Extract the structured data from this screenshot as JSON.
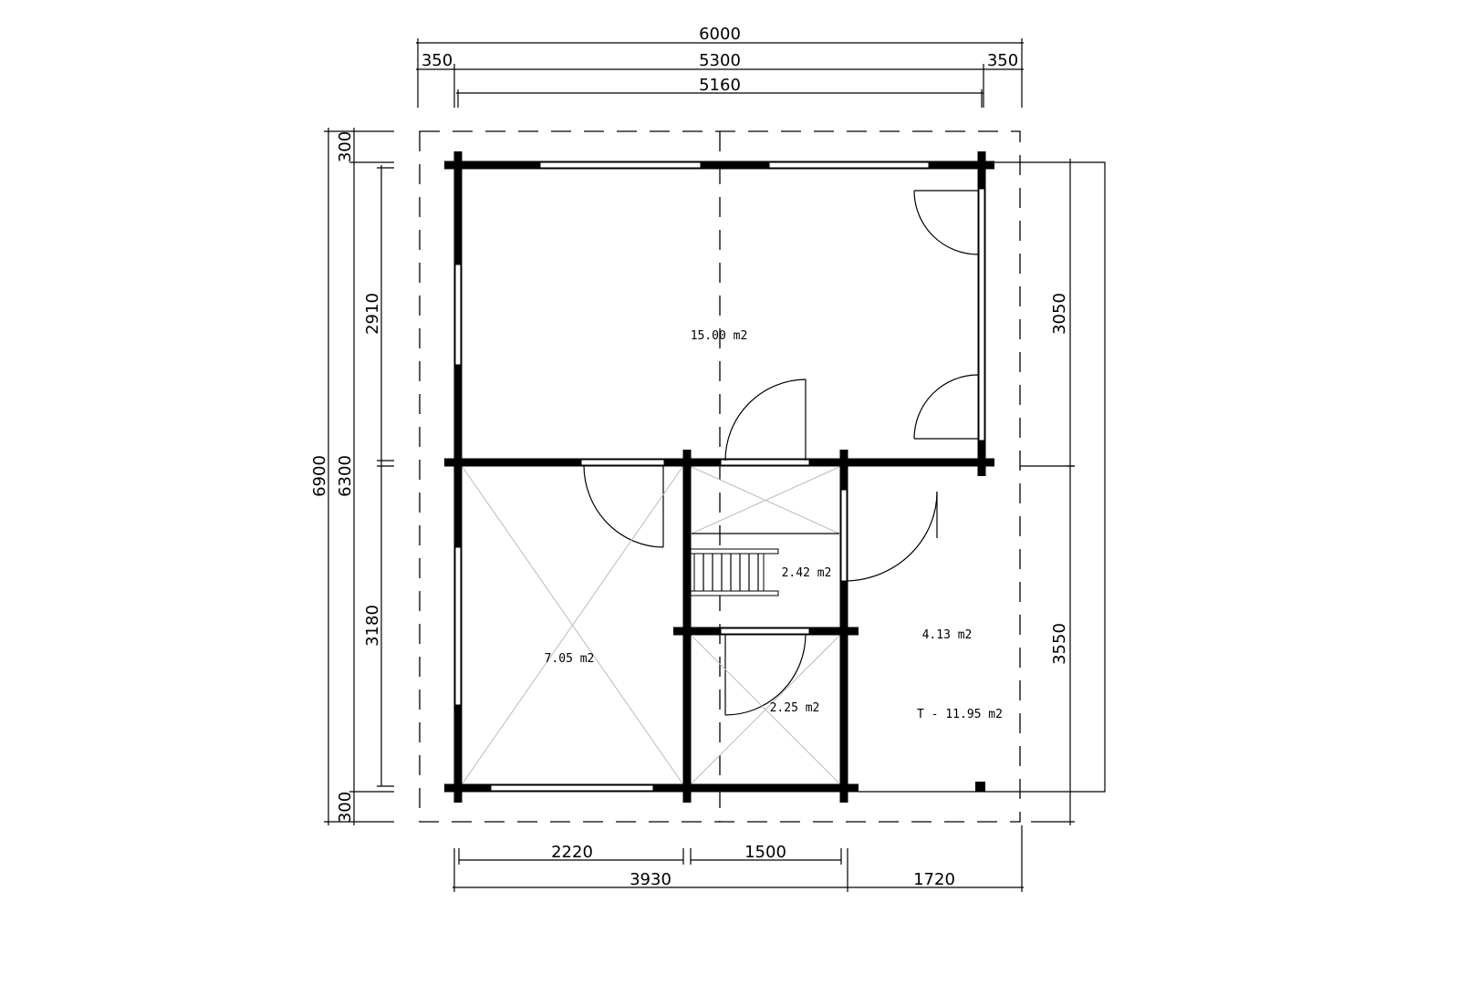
{
  "dimensions": {
    "top_total": "6000",
    "top_left_overhang": "350",
    "top_middle": "5300",
    "top_right_overhang": "350",
    "top_inner": "5160",
    "left_total": "6900",
    "left_inner": "6300",
    "left_top_overhang": "300",
    "left_bottom_overhang": "300",
    "left_upper": "2910",
    "left_lower": "3180",
    "right_upper": "3050",
    "right_lower": "3550",
    "bottom_a": "2220",
    "bottom_b": "1500",
    "bottom_c": "3930",
    "bottom_d": "1720"
  },
  "rooms": {
    "main": "15.00 m2",
    "bedroom": "7.05 m2",
    "hall": "2.42 m2",
    "bath": "2.25 m2",
    "terrace": "4.13 m2",
    "total": "T - 11.95 m2"
  }
}
